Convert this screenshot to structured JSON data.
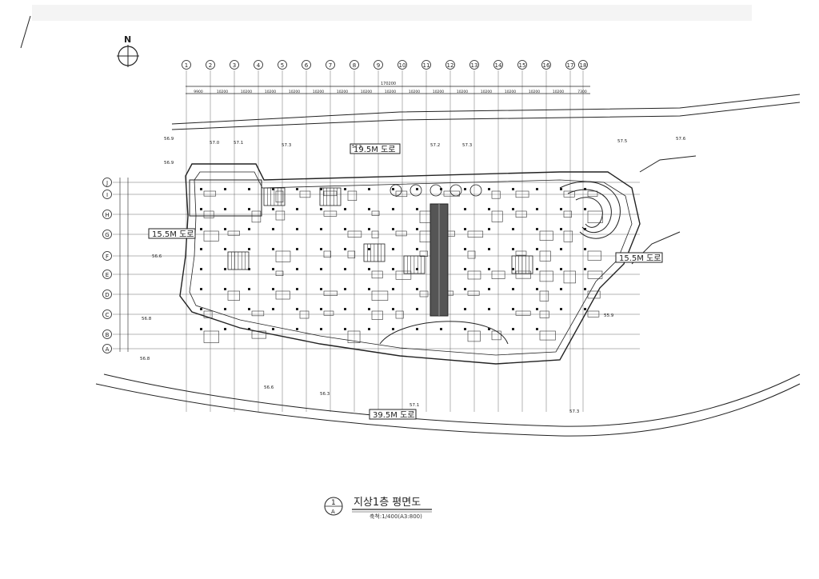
{
  "compass": {
    "letter": "N"
  },
  "grid": {
    "columns": [
      "1",
      "2",
      "3",
      "4",
      "5",
      "6",
      "7",
      "8",
      "9",
      "10",
      "11",
      "12",
      "13",
      "14",
      "15",
      "16",
      "17",
      "18"
    ],
    "rows": [
      "J",
      "I",
      "H",
      "G",
      "F",
      "E",
      "D",
      "C",
      "B",
      "A"
    ],
    "total_dimension": "170200",
    "spacings": [
      "9900",
      "10200",
      "10200",
      "10200",
      "10200",
      "10200",
      "10200",
      "10200",
      "10200",
      "10200",
      "10200",
      "10200",
      "10200",
      "10200",
      "10200",
      "10200",
      "7300"
    ]
  },
  "roads": {
    "north": "19.5M 도로",
    "west": "15.5M 도로",
    "east": "15.5M 도로",
    "south": "39.5M 도로"
  },
  "levels": [
    "56.9",
    "57.0",
    "57.1",
    "57.3",
    "57.3",
    "57.2",
    "57.3",
    "57.5",
    "57.6",
    "56.8",
    "56.6",
    "56.3",
    "56.8",
    "56.6",
    "56.9",
    "57.1",
    "57.3",
    "55.9"
  ],
  "title": {
    "number": "1",
    "sheet": "A",
    "text": "지상1층 평면도",
    "scale": "축척:1/400(A3:800)"
  },
  "colors": {
    "ink": "#222222",
    "paper": "#ffffff"
  }
}
